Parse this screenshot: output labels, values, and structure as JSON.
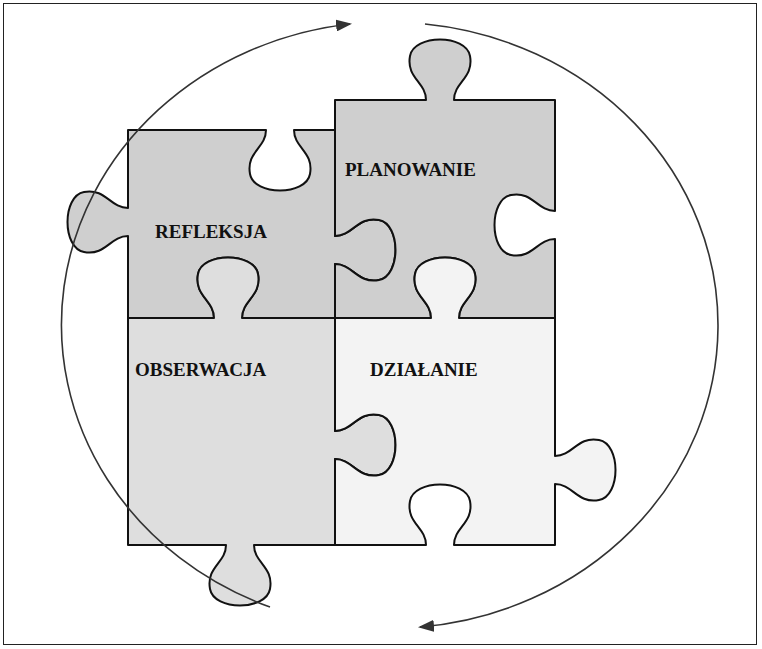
{
  "diagram": {
    "nodes": [
      {
        "text": [
          "REFLEKSJA"
        ]
      },
      {
        "text": [
          "PLANOWANIE"
        ]
      },
      {
        "text": [
          "OBSERWACJA"
        ]
      },
      {
        "text": [
          "DZIAŁANIE"
        ]
      }
    ]
  }
}
